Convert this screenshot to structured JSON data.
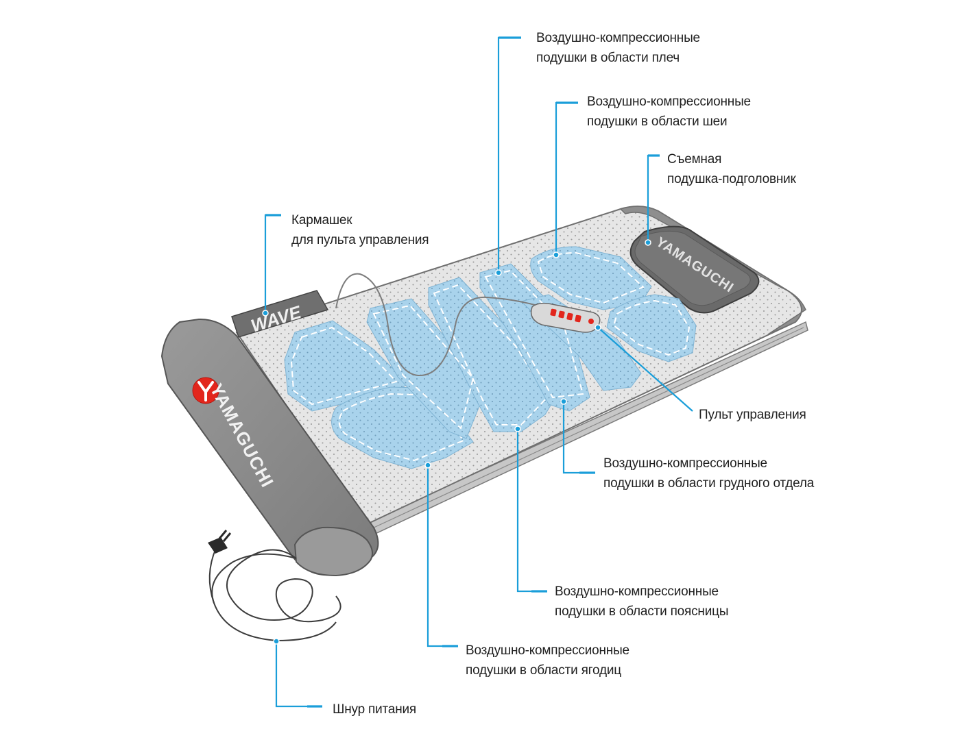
{
  "product": {
    "brand": "YAMAGUCHI",
    "model": "WAVE"
  },
  "callouts": [
    {
      "id": "shoulders",
      "lines": [
        "Воздушно-компрессионные",
        "подушки в области плеч"
      ]
    },
    {
      "id": "neck",
      "lines": [
        "Воздушно-компрессионные",
        "подушки в области шеи"
      ]
    },
    {
      "id": "headrest",
      "lines": [
        "Съемная",
        "подушка-подголовник"
      ]
    },
    {
      "id": "pocket",
      "lines": [
        "Кармашек",
        "для пульта управления"
      ]
    },
    {
      "id": "remote",
      "lines": [
        "Пульт управления"
      ]
    },
    {
      "id": "chest",
      "lines": [
        "Воздушно-компрессионные",
        "подушки в области грудного отдела"
      ]
    },
    {
      "id": "lumbar",
      "lines": [
        "Воздушно-компрессионные",
        "подушки в области поясницы"
      ]
    },
    {
      "id": "glutes",
      "lines": [
        "Воздушно-компрессионные",
        "подушки в области ягодиц"
      ]
    },
    {
      "id": "cord",
      "lines": [
        "Шнур питания"
      ]
    }
  ],
  "colors": {
    "leader": "#1a9ed9",
    "mat_body": "#e4e4e4",
    "mat_roll": "#8a8a8a",
    "cushion": "#a9d3ec",
    "logo_red": "#e2261c",
    "text": "#1f1f1f"
  }
}
